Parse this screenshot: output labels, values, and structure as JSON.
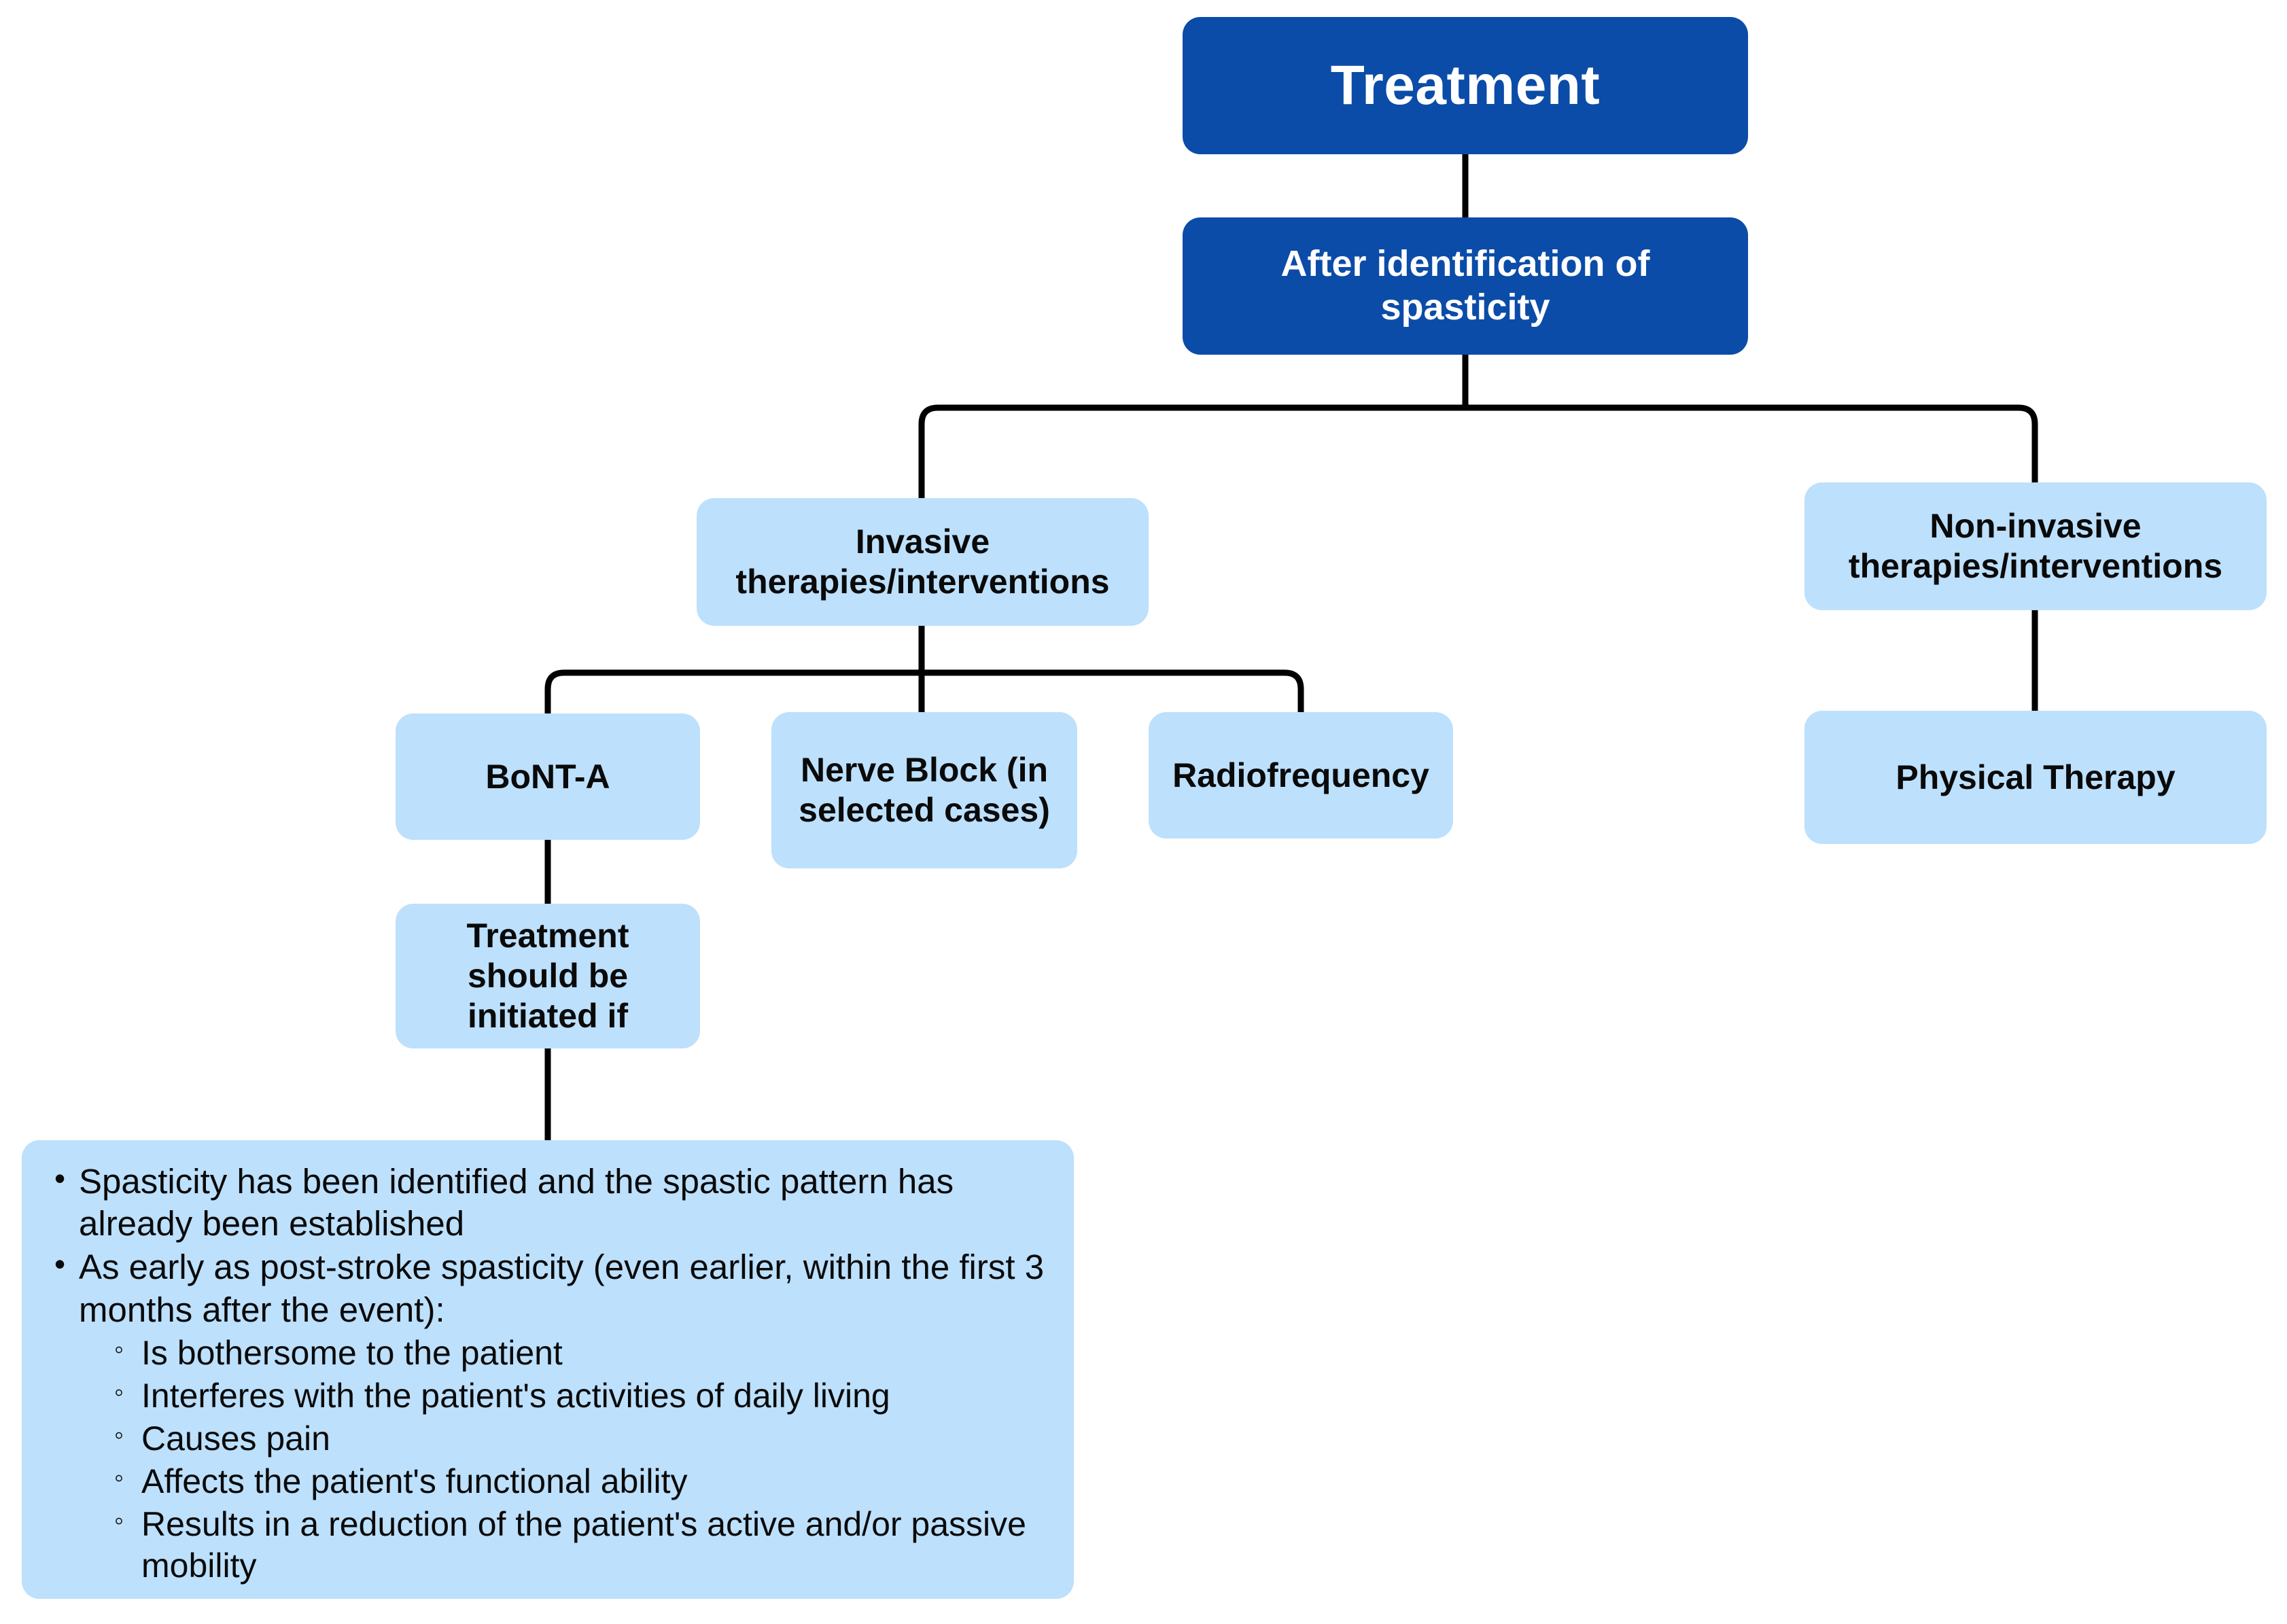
{
  "diagram": {
    "title": "Treatment flowchart",
    "colors": {
      "dark_blue": "#0B4CA8",
      "light_blue": "#BDE0FC",
      "connector": "#000000",
      "dark_text": "#FFFFFF",
      "light_text": "#0A0A0A",
      "background": "#FFFFFF"
    },
    "nodes": {
      "root": "Treatment",
      "after_identification": "After identification of spasticity",
      "invasive": "Invasive therapies/interventions",
      "non_invasive": "Non-invasive therapies/interventions",
      "bont_a": "BoNT-A",
      "nerve_block": "Nerve Block (in selected cases)",
      "radiofrequency": "Radiofrequency",
      "physical_therapy": "Physical Therapy",
      "initiate_if": "Treatment should be initiated if"
    },
    "criteria": {
      "items": [
        {
          "text": "Spasticity has been identified and the spastic pattern has already been established",
          "sub": []
        },
        {
          "text": "As early as post-stroke spasticity (even earlier, within the first 3 months after the event):",
          "sub": [
            "Is bothersome to the patient",
            "Interferes with the patient's activities of daily living",
            "Causes pain",
            "Affects the patient's functional ability",
            "Results in a reduction of the patient's active and/or passive mobility"
          ]
        }
      ]
    }
  }
}
